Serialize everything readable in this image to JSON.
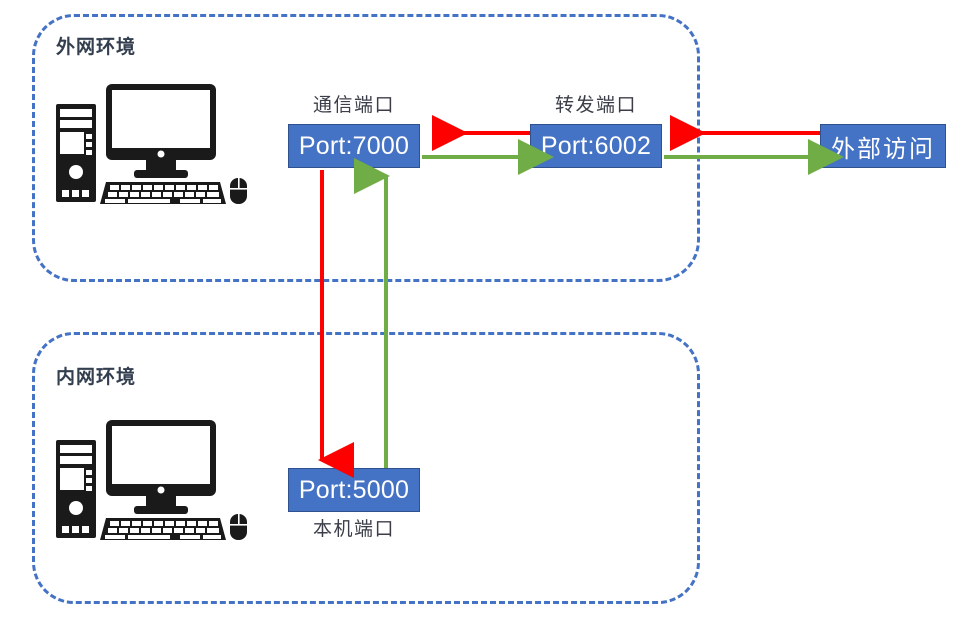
{
  "diagram": {
    "title_colors": {
      "zone_border": "#4472C4",
      "box_fill": "#4472C4",
      "box_border": "#2F528F",
      "box_text": "#FFFFFF",
      "caption_text": "#3B3E48",
      "heading_text": "#333F4F",
      "arrow_red": "#FF0000",
      "arrow_green": "#70AD47"
    },
    "zones": [
      {
        "id": "external",
        "heading": "外网环境"
      },
      {
        "id": "internal",
        "heading": "内网环境"
      }
    ],
    "nodes": [
      {
        "id": "comm-port",
        "caption": "通信端口",
        "value": "Port:7000",
        "caption_position": "above"
      },
      {
        "id": "forward-port",
        "caption": "转发端口",
        "value": "Port:6002",
        "caption_position": "above"
      },
      {
        "id": "external-access",
        "caption": "",
        "value": "外部访问",
        "caption_position": "none"
      },
      {
        "id": "local-port",
        "caption": "本机端口",
        "value": "Port:5000",
        "caption_position": "below"
      }
    ],
    "devices": [
      {
        "id": "external-computer",
        "icon": "desktop-computer-icon"
      },
      {
        "id": "internal-computer",
        "icon": "desktop-computer-icon"
      }
    ],
    "flows": [
      {
        "id": "ext-to-forward-in",
        "color": "#FF0000",
        "direction": "left",
        "from": "external-access",
        "to": "forward-port"
      },
      {
        "id": "forward-to-ext-out",
        "color": "#70AD47",
        "direction": "right",
        "from": "forward-port",
        "to": "external-access"
      },
      {
        "id": "forward-to-comm-in",
        "color": "#FF0000",
        "direction": "left",
        "from": "forward-port",
        "to": "comm-port"
      },
      {
        "id": "comm-to-forward-out",
        "color": "#70AD47",
        "direction": "right",
        "from": "comm-port",
        "to": "forward-port"
      },
      {
        "id": "comm-to-local-down",
        "color": "#FF0000",
        "direction": "down",
        "from": "comm-port",
        "to": "local-port"
      },
      {
        "id": "local-to-comm-up",
        "color": "#70AD47",
        "direction": "up",
        "from": "local-port",
        "to": "comm-port"
      }
    ]
  }
}
